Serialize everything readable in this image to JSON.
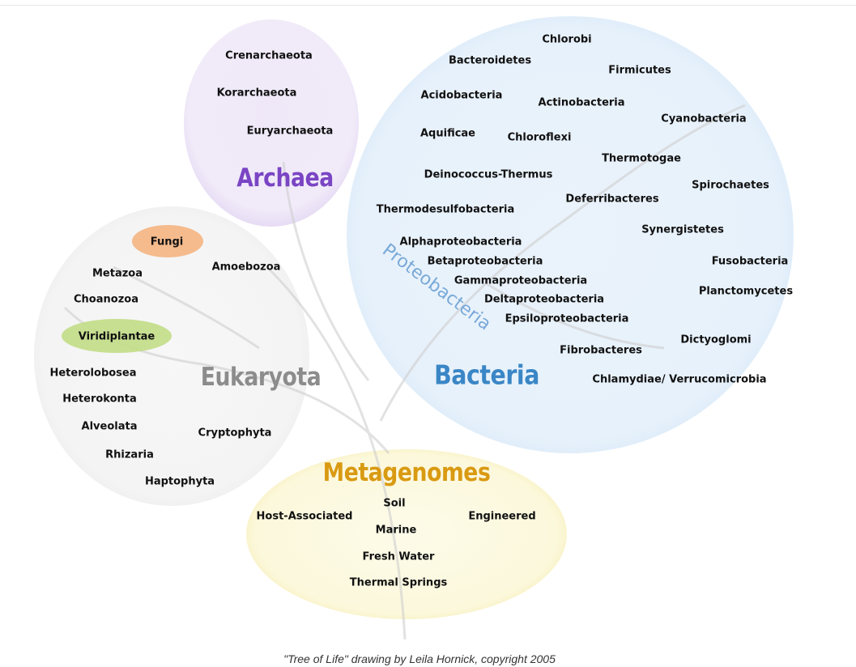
{
  "colors": {
    "archaea": "#7a45c4",
    "eukaryota": "#8c8c8c",
    "bacteria": "#3a86c6",
    "metagenomes": "#d99a12",
    "proteobacteria": "#79a9d8",
    "fungi_fill": "#f4b07a",
    "viridiplantae_fill": "#c2dd86"
  },
  "groups": {
    "archaea": {
      "title": "Archaea",
      "members": [
        "Crenarchaeota",
        "Korarchaeota",
        "Euryarchaeota"
      ]
    },
    "bacteria": {
      "title": "Bacteria",
      "members": [
        "Chlorobi",
        "Bacteroidetes",
        "Firmicutes",
        "Acidobacteria",
        "Actinobacteria",
        "Cyanobacteria",
        "Aquificae",
        "Chloroflexi",
        "Thermotogae",
        "Deinococcus-Thermus",
        "Spirochaetes",
        "Deferribacteres",
        "Thermodesulfobacteria",
        "Synergistetes",
        "Fusobacteria",
        "Planctomycetes",
        "Dictyoglomi",
        "Fibrobacteres",
        "Chlamydiae/ Verrucomicrobia"
      ]
    },
    "proteobacteria": {
      "title": "Proteobacteria",
      "members": [
        "Alphaproteobacteria",
        "Betaproteobacteria",
        "Gammaproteobacteria",
        "Deltaproteobacteria",
        "Epsiloproteobacteria"
      ]
    },
    "eukaryota": {
      "title": "Eukaryota",
      "members": [
        "Fungi",
        "Amoebozoa",
        "Metazoa",
        "Choanozoa",
        "Viridiplantae",
        "Heterolobosea",
        "Heterokonta",
        "Alveolata",
        "Cryptophyta",
        "Rhizaria",
        "Haptophyta"
      ]
    },
    "metagenomes": {
      "title": "Metagenomes",
      "members": [
        "Soil",
        "Host-Associated",
        "Engineered",
        "Marine",
        "Fresh Water",
        "Thermal Springs"
      ]
    }
  },
  "caption": "\"Tree of Life\" drawing by Leila Hornick, copyright 2005"
}
